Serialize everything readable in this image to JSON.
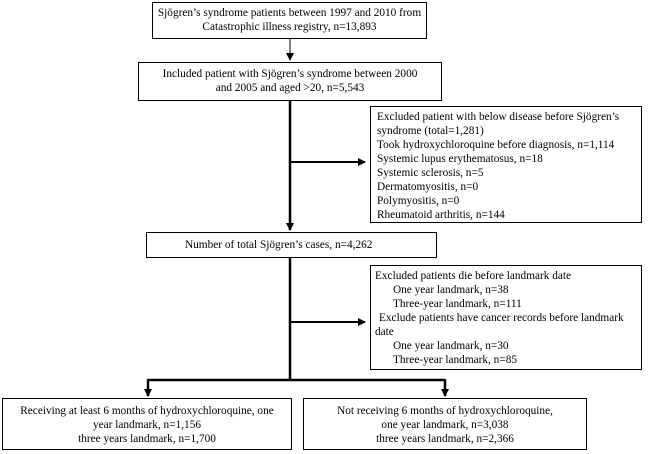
{
  "boxes": {
    "source": {
      "lines": [
        "Sjögren’s syndrome patients between 1997 and 2010 from",
        "Catastrophic illness registry, n=13,893"
      ]
    },
    "included": {
      "lines": [
        "Included patient with Sjögren’s syndrome between 2000",
        "and 2005 and aged >20, n=5,543"
      ]
    },
    "excluded_disease": {
      "lines": [
        "Excluded patient with below disease before Sjögren’s",
        "syndrome (total=1,281)",
        "Took hydroxychloroquine before diagnosis, n=1,114",
        "Systemic lupus erythematosus, n=18",
        "Systemic sclerosis, n=5",
        "Dermatomyositis, n=0",
        "Polymyositis, n=0",
        "Rheumatoid arthritis, n=144"
      ]
    },
    "total": {
      "text": "Number of total Sjögren’s cases, n=4,262"
    },
    "excluded_landmark": {
      "lines": [
        "Excluded patients die before landmark date",
        "One year landmark, n=38",
        "Three-year landmark, n=111",
        "Exclude patients have cancer records before landmark",
        "date",
        "One year landmark, n=30",
        "Three-year landmark, n=85"
      ]
    },
    "receiving": {
      "lines": [
        "Receiving at least 6 months of hydroxychloroquine, one",
        "year landmark, n=1,156",
        "three years landmark, n=1,700"
      ]
    },
    "not_receiving": {
      "lines": [
        "Not receiving 6 months of hydroxychloroquine,",
        "one year landmark, n=3,038",
        "three years landmark, n=2,366"
      ]
    }
  }
}
